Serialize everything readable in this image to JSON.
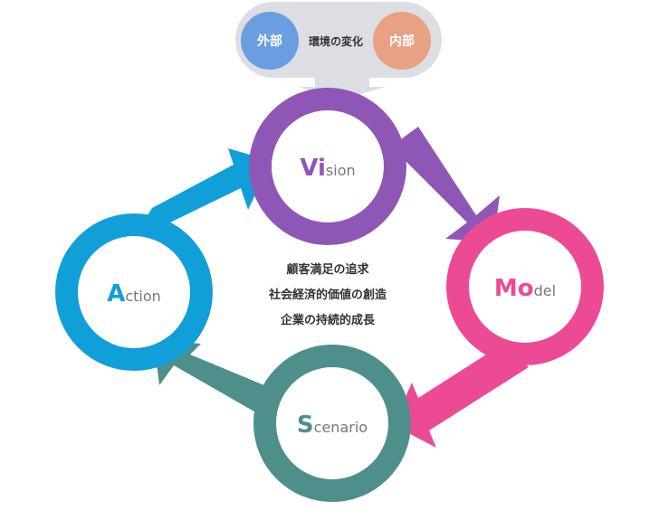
{
  "env": {
    "pill_bg": "#dcdee3",
    "external": {
      "label": "外部",
      "color": "#6a9ee0"
    },
    "center_label": "環境の変化",
    "internal": {
      "label": "内部",
      "color": "#e8a183"
    },
    "arrow_color": "#dcdee3"
  },
  "nodes": {
    "vision": {
      "initial": "Vi",
      "rest": "sion",
      "color": "#8f57b5"
    },
    "model": {
      "initial": "Mo",
      "rest": "del",
      "color": "#ec4a95"
    },
    "scenario": {
      "initial": "S",
      "rest": "cenario",
      "color": "#4e8f8c"
    },
    "action": {
      "initial": "A",
      "rest": "ction",
      "color": "#119fd9"
    }
  },
  "center_text": {
    "line1": "顧客満足の追求",
    "line2": "社会経済的価値の創造",
    "line3": "企業の持続的成長"
  },
  "text_color": "#333333",
  "rest_text_color": "#777777"
}
